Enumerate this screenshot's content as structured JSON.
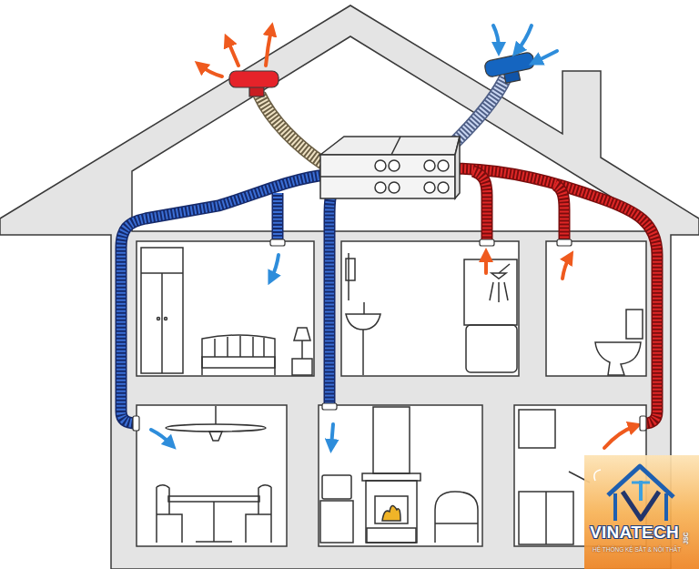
{
  "diagram": {
    "labels": [
      "VINATECH",
      "JSC",
      "HỆ THỐNG KỆ SẮT & NỘI THẤT"
    ]
  }
}
